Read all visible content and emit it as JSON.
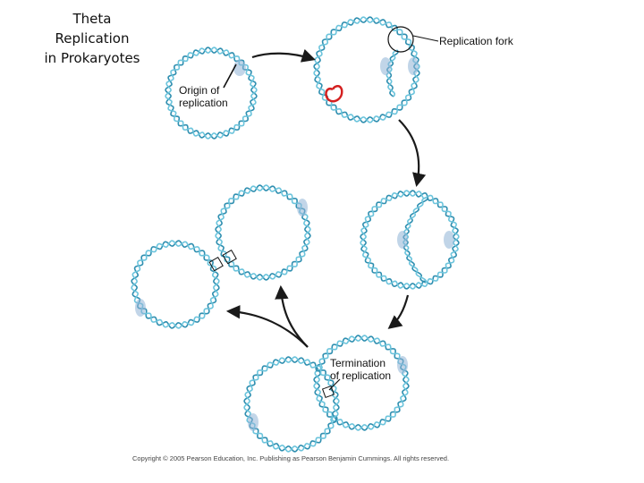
{
  "title": {
    "line1": "Theta",
    "line2": "Replication",
    "line3": "in Prokaryotes"
  },
  "labels": {
    "origin_line1": "Origin of",
    "origin_line2": "replication",
    "fork": "Replication fork",
    "termination_line1": "Termination",
    "termination_line2": "of replication"
  },
  "copyright": "Copyright © 2005 Pearson Education, Inc. Publishing as Pearson Benjamin Cummings. All rights reserved.",
  "colors": {
    "strand_dark": "#2f8fb0",
    "strand_light": "#6cc4dc",
    "fork_shade": "#8fb3d6",
    "origin_marker": "#d42020",
    "arrow": "#1a1a1a"
  }
}
